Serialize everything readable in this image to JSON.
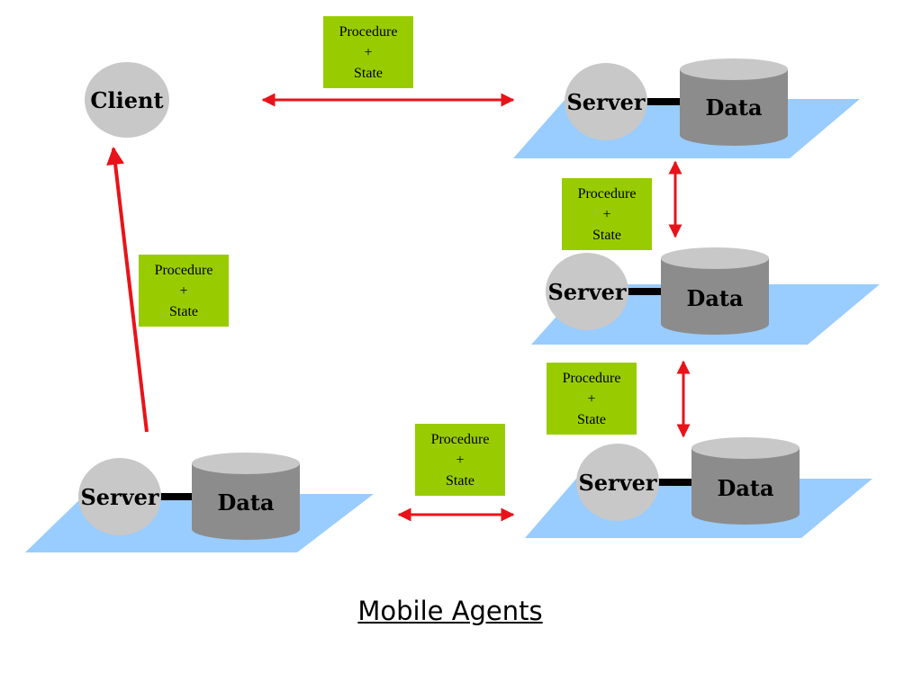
{
  "title": "Mobile Agents",
  "client": {
    "label": "Client"
  },
  "server_label": "Server",
  "data_label": "Data",
  "badge": {
    "line1": "Procedure",
    "line2": "+",
    "line3": "State"
  },
  "colors": {
    "arrow": "#e8131a",
    "badge": "#99cc00",
    "platform": "#99ccff",
    "server_fill": "#c8c8c8",
    "cylinder_body": "#8c8c8c",
    "cylinder_top": "#c8c8c8",
    "connector": "#000000"
  }
}
